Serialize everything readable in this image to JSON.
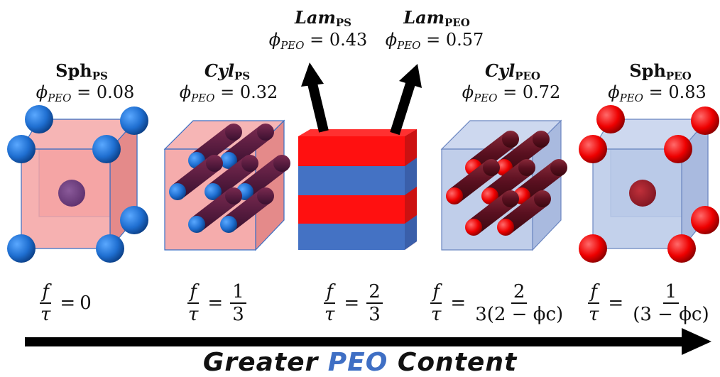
{
  "phases": [
    {
      "name": "Sph",
      "sub": "PS",
      "italic": false,
      "phi_label": "ϕ",
      "phi_sub": "PEO",
      "phi_value": "= 0.08"
    },
    {
      "name": "Cyl",
      "sub": "PS",
      "italic": true,
      "phi_label": "ϕ",
      "phi_sub": "PEO",
      "phi_value": "= 0.32"
    },
    {
      "name": "Lam",
      "sub": "PS",
      "italic": true,
      "phi_label": "ϕ",
      "phi_sub": "PEO",
      "phi_value": "= 0.43"
    },
    {
      "name": "Lam",
      "sub": "PEO",
      "italic": true,
      "phi_label": "ϕ",
      "phi_sub": "PEO",
      "phi_value": "= 0.57"
    },
    {
      "name": "Cyl",
      "sub": "PEO",
      "italic": true,
      "phi_label": "ϕ",
      "phi_sub": "PEO",
      "phi_value": "= 0.72"
    },
    {
      "name": "Sph",
      "sub": "PEO",
      "italic": false,
      "phi_label": "ϕ",
      "phi_sub": "PEO",
      "phi_value": "= 0.83"
    }
  ],
  "fractions": [
    {
      "lhs_num": "f",
      "lhs_den": "τ",
      "rhs_num": "",
      "rhs_den": "",
      "rhs_plain": "0"
    },
    {
      "lhs_num": "f",
      "lhs_den": "τ",
      "rhs_num": "1",
      "rhs_den": "3",
      "rhs_plain": ""
    },
    {
      "lhs_num": "f",
      "lhs_den": "τ",
      "rhs_num": "2",
      "rhs_den": "3",
      "rhs_plain": ""
    },
    {
      "lhs_num": "f",
      "lhs_den": "τ",
      "rhs_num": "2",
      "rhs_den": "3(2 − ϕc)",
      "rhs_plain": ""
    },
    {
      "lhs_num": "f",
      "lhs_den": "τ",
      "rhs_num": "1",
      "rhs_den": "(3 − ϕc)",
      "rhs_plain": ""
    }
  ],
  "bottom_title": {
    "part1": "Greater ",
    "part2": "PEO",
    "part3": " Content"
  },
  "colors": {
    "ps_blue": "#1f6fd1",
    "peo_red": "#ee0000",
    "cube_pink": "#f4a3a3",
    "cube_blue": "#b9c9e8",
    "lam_blue": "#4472c4",
    "arrow": "#000000",
    "title_blue": "#3f6fc4"
  }
}
